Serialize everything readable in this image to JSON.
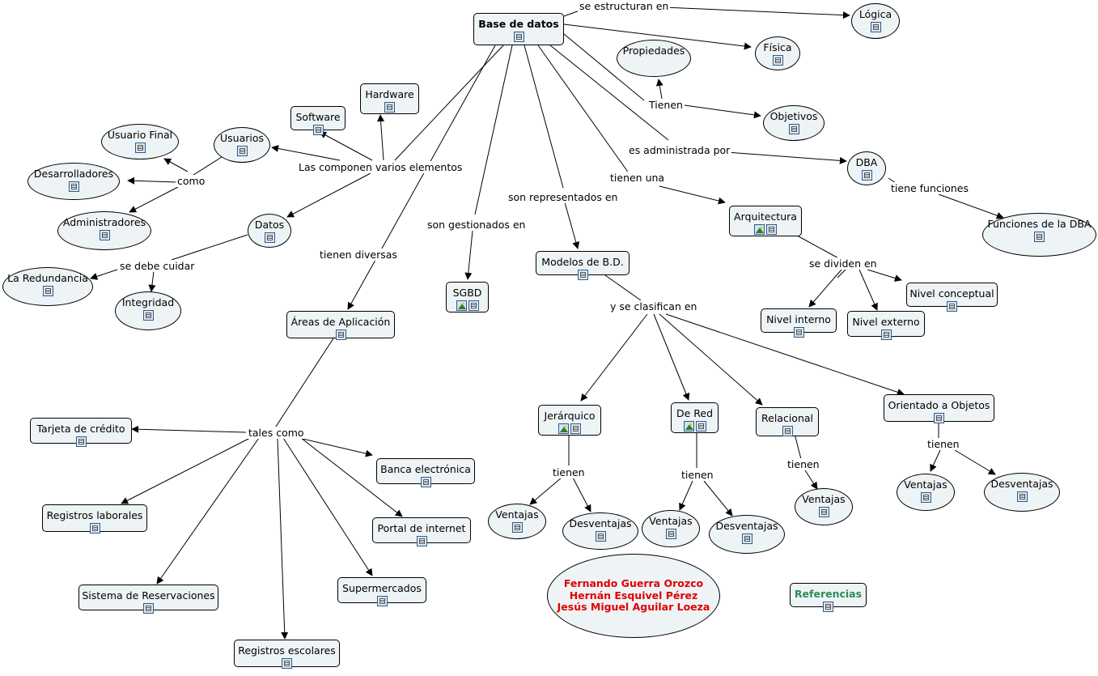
{
  "nodes": [
    {
      "id": "base",
      "label": "Base de datos",
      "bold": true,
      "shape": "rect",
      "icons": [
        "doc"
      ]
    },
    {
      "id": "logica",
      "label": "Lógica",
      "shape": "oval",
      "icons": [
        "doc"
      ]
    },
    {
      "id": "fisica",
      "label": "Física",
      "shape": "oval",
      "icons": [
        "doc"
      ]
    },
    {
      "id": "propiedades",
      "label": "Propiedades",
      "shape": "oval",
      "icons": []
    },
    {
      "id": "objetivos",
      "label": "Objetivos",
      "shape": "oval",
      "icons": [
        "doc"
      ]
    },
    {
      "id": "hardware",
      "label": "Hardware",
      "shape": "rect",
      "icons": [
        "doc"
      ]
    },
    {
      "id": "software",
      "label": "Software",
      "shape": "rect",
      "icons": [
        "doc"
      ]
    },
    {
      "id": "usuarios",
      "label": "Usuarios",
      "shape": "oval",
      "icons": [
        "doc"
      ]
    },
    {
      "id": "usuariofinal",
      "label": "Usuario Final",
      "shape": "oval",
      "icons": [
        "doc"
      ]
    },
    {
      "id": "desarrolladores",
      "label": "Desarrolladores",
      "shape": "oval",
      "icons": [
        "doc"
      ]
    },
    {
      "id": "administradores",
      "label": "Administradores",
      "shape": "oval",
      "icons": [
        "doc"
      ]
    },
    {
      "id": "datos",
      "label": "Datos",
      "shape": "oval",
      "icons": [
        "doc"
      ]
    },
    {
      "id": "redundancia",
      "label": "La Redundancia",
      "shape": "oval",
      "icons": [
        "doc"
      ]
    },
    {
      "id": "integridad",
      "label": "Integridad",
      "shape": "oval",
      "icons": [
        "doc"
      ]
    },
    {
      "id": "dba",
      "label": "DBA",
      "shape": "oval",
      "icons": [
        "doc"
      ]
    },
    {
      "id": "funcionesdba",
      "label": "Funciones de la DBA",
      "shape": "oval",
      "icons": [
        "doc"
      ]
    },
    {
      "id": "arquitectura",
      "label": "Arquitectura",
      "shape": "rect",
      "icons": [
        "img",
        "doc"
      ]
    },
    {
      "id": "nivelconceptual",
      "label": "Nivel conceptual",
      "shape": "rect",
      "icons": [
        "doc"
      ]
    },
    {
      "id": "nivelinterno",
      "label": "Nivel interno",
      "shape": "rect",
      "icons": [
        "doc"
      ]
    },
    {
      "id": "nivelexterno",
      "label": "Nivel externo",
      "shape": "rect",
      "icons": [
        "doc"
      ]
    },
    {
      "id": "sgbd",
      "label": "SGBD",
      "shape": "rect",
      "icons": [
        "img",
        "doc"
      ]
    },
    {
      "id": "modelos",
      "label": "Modelos de B.D.",
      "shape": "rect",
      "icons": [
        "doc"
      ]
    },
    {
      "id": "areas",
      "label": "Áreas de Aplicación",
      "shape": "rect",
      "icons": [
        "doc"
      ]
    },
    {
      "id": "tarjeta",
      "label": "Tarjeta de crédito",
      "shape": "rect",
      "icons": [
        "doc"
      ]
    },
    {
      "id": "banca",
      "label": "Banca electrónica",
      "shape": "rect",
      "icons": [
        "doc"
      ]
    },
    {
      "id": "laborales",
      "label": "Registros laborales",
      "shape": "rect",
      "icons": [
        "doc"
      ]
    },
    {
      "id": "portal",
      "label": "Portal de internet",
      "shape": "rect",
      "icons": [
        "doc"
      ]
    },
    {
      "id": "reservaciones",
      "label": "Sistema de Reservaciones",
      "shape": "rect",
      "icons": [
        "doc"
      ]
    },
    {
      "id": "supermercados",
      "label": "Supermercados",
      "shape": "rect",
      "icons": [
        "doc"
      ]
    },
    {
      "id": "escolares",
      "label": "Registros escolares",
      "shape": "rect",
      "icons": [
        "doc"
      ]
    },
    {
      "id": "jerarquico",
      "label": "Jerárquico",
      "shape": "rect",
      "icons": [
        "img",
        "doc"
      ]
    },
    {
      "id": "dered",
      "label": "De Red",
      "shape": "rect",
      "icons": [
        "img",
        "doc"
      ]
    },
    {
      "id": "relacional",
      "label": "Relacional",
      "shape": "rect",
      "icons": [
        "doc"
      ]
    },
    {
      "id": "orientado",
      "label": "Orientado a Objetos",
      "shape": "rect",
      "icons": [
        "doc"
      ]
    },
    {
      "id": "v1",
      "label": "Ventajas",
      "shape": "oval",
      "icons": [
        "doc"
      ]
    },
    {
      "id": "d1",
      "label": "Desventajas",
      "shape": "oval",
      "icons": [
        "doc"
      ]
    },
    {
      "id": "v2",
      "label": "Ventajas",
      "shape": "oval",
      "icons": [
        "doc"
      ]
    },
    {
      "id": "d2",
      "label": "Desventajas",
      "shape": "oval",
      "icons": [
        "doc"
      ]
    },
    {
      "id": "v3",
      "label": "Ventajas",
      "shape": "oval",
      "icons": [
        "doc"
      ]
    },
    {
      "id": "v4",
      "label": "Ventajas",
      "shape": "oval",
      "icons": [
        "doc"
      ]
    },
    {
      "id": "d4",
      "label": "Desventajas",
      "shape": "oval",
      "icons": [
        "doc"
      ]
    },
    {
      "id": "referencias",
      "label": "Referencias",
      "shape": "rect",
      "bold": true,
      "color": "#2e8b57",
      "icons": [
        "doc"
      ]
    }
  ],
  "phrases": [
    {
      "id": "p_estructuran",
      "label": "se estructuran en"
    },
    {
      "id": "p_tienen",
      "label": "Tienen"
    },
    {
      "id": "p_admin",
      "label": "es administrada por"
    },
    {
      "id": "p_funciones",
      "label": "tiene funciones"
    },
    {
      "id": "p_tienenuna",
      "label": "tienen una"
    },
    {
      "id": "p_dividen",
      "label": "se dividen en"
    },
    {
      "id": "p_representados",
      "label": "son representados en"
    },
    {
      "id": "p_gestionados",
      "label": "son gestionados en"
    },
    {
      "id": "p_componen",
      "label": "Las componen varios elementos"
    },
    {
      "id": "p_como",
      "label": "como"
    },
    {
      "id": "p_cuidar",
      "label": "se debe cuidar"
    },
    {
      "id": "p_diversas",
      "label": "tienen diversas"
    },
    {
      "id": "p_talescomo",
      "label": "tales como"
    },
    {
      "id": "p_clasifican",
      "label": "y se clasifican en"
    },
    {
      "id": "p_t1",
      "label": "tienen"
    },
    {
      "id": "p_t2",
      "label": "tienen"
    },
    {
      "id": "p_t3",
      "label": "tienen"
    },
    {
      "id": "p_t4",
      "label": "tienen"
    }
  ],
  "authors": [
    "Fernando Guerra Orozco",
    "Hernán Esquivel Pérez",
    "Jesús Miguel Aguilar Loeza"
  ]
}
